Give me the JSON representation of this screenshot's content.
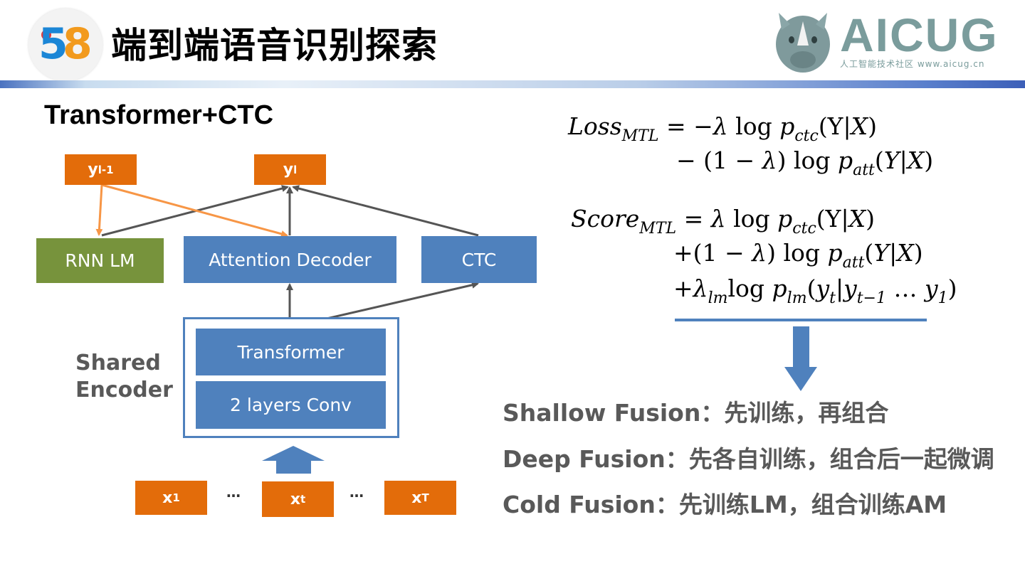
{
  "header": {
    "logo_text": "58",
    "title": "端到端语音识别探索",
    "brand_name": "AICUG",
    "brand_tagline": "人工智能技术社区 www.aicug.cn"
  },
  "section_title": "Transformer+CTC",
  "diagram": {
    "outputs": {
      "prev": "y",
      "prev_sub": "l-1",
      "curr": "y",
      "curr_sub": "l"
    },
    "blocks": {
      "rnn_lm": "RNN LM",
      "attention_decoder": "Attention Decoder",
      "ctc": "CTC",
      "transformer": "Transformer",
      "conv": "2 layers Conv"
    },
    "encoder_label": [
      "Shared",
      "Encoder"
    ],
    "inputs": [
      {
        "base": "x",
        "sub": "1"
      },
      {
        "base": "x",
        "sub": "t"
      },
      {
        "base": "x",
        "sub": "T"
      }
    ],
    "ellipsis": "…",
    "colors": {
      "orange": "#e36c0a",
      "blue": "#4f81bd",
      "green": "#77933c",
      "lm_arrow": "#f79646",
      "arrow": "#555555"
    }
  },
  "formulas": {
    "loss_lhs": "Loss",
    "loss_lhs_sub": "MTL",
    "score_lhs": "Score",
    "score_lhs_sub": "MTL",
    "sub_ctc": "ctc",
    "sub_att": "att",
    "sub_lm": "lm",
    "sub_t": "t",
    "sub_t_minus_1": "t−1",
    "sub_1": "1"
  },
  "fusion": [
    {
      "name": "Shallow Fusion",
      "desc": "先训练，再组合"
    },
    {
      "name": "Deep Fusion",
      "desc": "先各自训练，组合后一起微调"
    },
    {
      "name": "Cold Fusion",
      "desc": "先训练LM，组合训练AM"
    }
  ]
}
